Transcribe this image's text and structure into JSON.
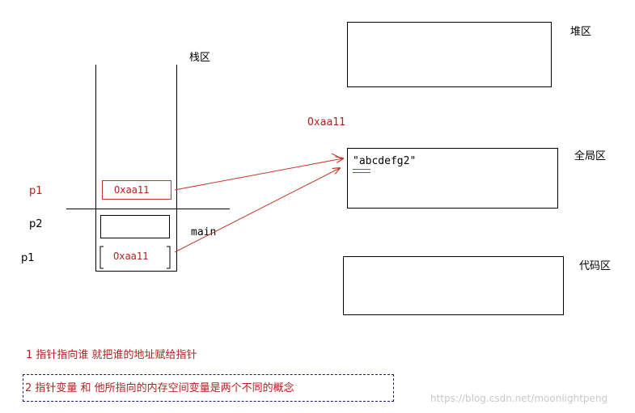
{
  "stack": {
    "title": "栈区",
    "frame_label": "main",
    "cell_top_value": "Oxaa11",
    "cell_bottom_value": "Oxaa11",
    "p1_label_red": "p1",
    "p2_label": "p2",
    "p1_label": "p1"
  },
  "regions": {
    "heap": "堆区",
    "global": "全局区",
    "code": "代码区"
  },
  "global_content": "\"abcdefg2\"",
  "address_label": "Oxaa11",
  "notes": {
    "note1": "1 指针指向谁 就把谁的地址赋给指针",
    "note2": "2 指针变量 和 他所指向的内存空间变量是两个不同的概念"
  },
  "watermark": "https://blog.csdn.net/moonlightpeng",
  "colors": {
    "red": "#b22222",
    "arrow": "#c0392b"
  }
}
